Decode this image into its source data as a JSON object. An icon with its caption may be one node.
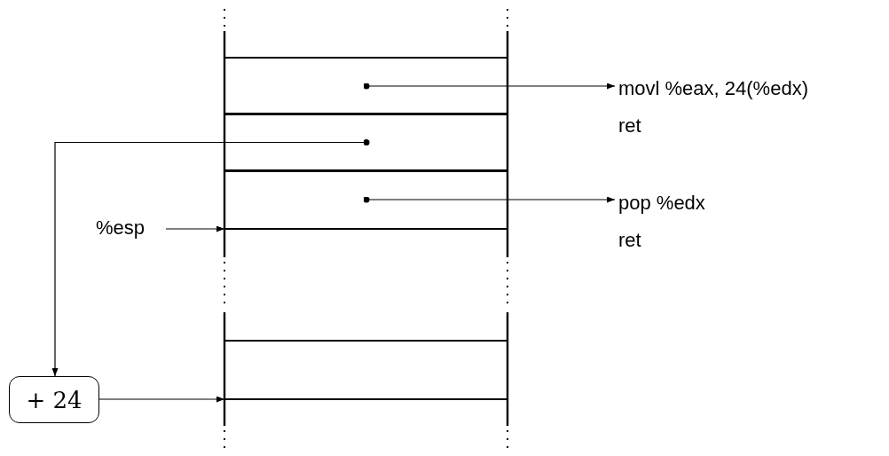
{
  "diagram": {
    "nodes": [
      {
        "text": [],
        "shape": "box"
      },
      {
        "text": [],
        "shape": "box"
      },
      {
        "text": [],
        "shape": "box"
      },
      {
        "text": [],
        "shape": "box"
      },
      {
        "text": [
          "movl %eax, 24(%edx)",
          "ret"
        ]
      },
      {
        "text": [
          "pop %edx",
          "ret"
        ]
      },
      {
        "text": [
          "%esp"
        ]
      },
      {
        "text": [
          "+ 24"
        ]
      }
    ],
    "edges": [
      {
        "from": 0,
        "to": 4,
        "arrow": "to"
      },
      {
        "from": 1,
        "to": 7,
        "arrow": "to"
      },
      {
        "from": 2,
        "to": 5,
        "arrow": "to"
      },
      {
        "from": 6,
        "to": 2,
        "arrow": "to"
      },
      {
        "from": 7,
        "to": 3,
        "arrow": "to"
      }
    ]
  }
}
